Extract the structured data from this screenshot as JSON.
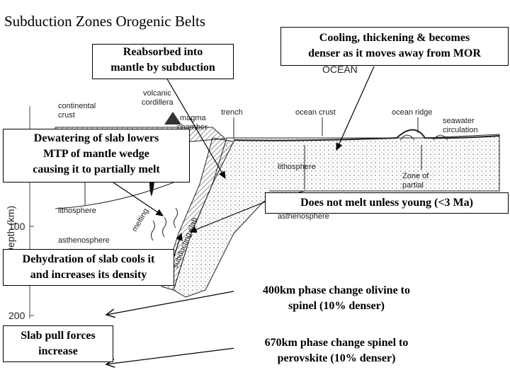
{
  "title": "Subduction Zones Orogenic Belts",
  "callouts": {
    "reabsorbed": [
      "Reabsorbed into",
      "mantle by subduction"
    ],
    "cooling": [
      "Cooling, thickening & becomes",
      "denser as it moves away from MOR"
    ],
    "dewatering": [
      "Dewatering of slab lowers",
      "MTP of mantle wedge",
      "causing it to partially melt"
    ],
    "no_melt": [
      "Does not melt unless young (<3 Ma)"
    ],
    "dehydration": [
      "Dehydration of slab cools it",
      "and increases its density"
    ],
    "phase400": [
      "400km phase change olivine to",
      "spinel (10% denser)"
    ],
    "slab_pull": [
      "Slab pull forces",
      "increase"
    ],
    "phase670": [
      "670km phase change spinel to",
      "perovskite (10% denser)"
    ]
  },
  "diagram_labels": {
    "ocean": "OCEAN",
    "continental_crust": [
      "continental",
      "crust"
    ],
    "volcanic_cordillera": [
      "volcanic",
      "cordillera"
    ],
    "magma_chamber": [
      "magma",
      "chamber"
    ],
    "trench": "trench",
    "ocean_crust": "ocean crust",
    "ocean_ridge": "ocean ridge",
    "seawater_circulation": [
      "seawater",
      "circulation"
    ],
    "lithosphere_left": "lithosphere",
    "lithosphere_right": "lithosphere",
    "asthenosphere_left": "asthenosphere",
    "asthenosphere_right": "asthenosphere",
    "zone_of_partial": [
      "Zone of",
      "partial"
    ],
    "melting": "melting",
    "subducting_slab": "subducting slab",
    "depth_axis": "Depth (km)",
    "depth_ticks": [
      "100",
      "200"
    ]
  },
  "colors": {
    "slab_fill": "#e4e4e4",
    "line": "#222222",
    "arrow": "#000000"
  }
}
